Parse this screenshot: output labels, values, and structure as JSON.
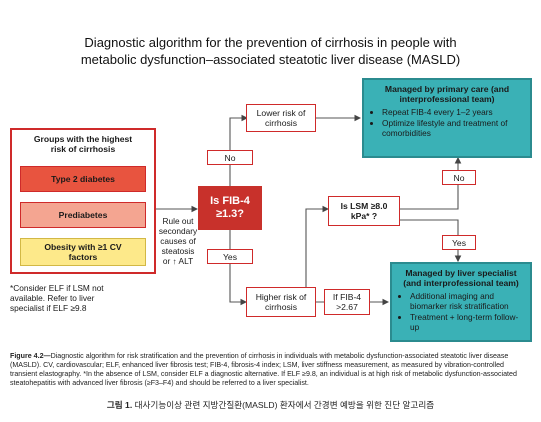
{
  "title_line1": "Diagnostic algorithm for the prevention of cirrhosis in people with",
  "title_line2": "metabolic dysfunction–associated steatotic liver disease (MASLD)",
  "risk_groups": {
    "heading": "Groups with the highest risk of cirrhosis",
    "t2d": "Type 2 diabetes",
    "prediabetes": "Prediabetes",
    "obesity": "Obesity with ≥1 CV factors"
  },
  "rule_out": "Rule out secondary causes of steatosis or ↑ ALT",
  "fib4": "Is FIB-4 ≥1.3?",
  "lower_risk": "Lower risk of cirrhosis",
  "higher_risk": "Higher risk of cirrhosis",
  "no_label": "No",
  "yes_label": "Yes",
  "lsm_question": "Is LSM ≥8.0 kPa* ?",
  "if_fib4": "If FIB-4 >2.67",
  "primary_care": {
    "title": "Managed by primary care (and interprofessional team)",
    "items": [
      "Repeat FIB-4 every 1–2 years",
      "Optimize lifestyle and treatment of comorbidities"
    ]
  },
  "specialist": {
    "title": "Managed by liver specialist (and interprofessional team)",
    "items": [
      "Additional imaging and biomarker risk stratification",
      "Treatment + long-term follow-up"
    ]
  },
  "footnote": "*Consider ELF if LSM not available. Refer to liver specialist if ELF ≥9.8",
  "figure_caption_label": "Figure 4.2—",
  "figure_caption": "Diagnostic algorithm for risk stratification and the prevention of cirrhosis in individuals with metabolic dysfunction-associated steatotic liver disease (MASLD). CV, cardiovascular; ELF, enhanced liver fibrosis test; FIB-4, fibrosis-4 index; LSM, liver stiffness measurement, as measured by vibration-controlled transient elastography. *In the absence of LSM, consider ELF a diagnostic alternative. If ELF ≥9.8, an individual is at high risk of metabolic dysfunction-associated steatohepatitis with advanced liver fibrosis (≥F3–F4) and should be referred to a liver specialist.",
  "korean_label": "그림 1.",
  "korean_caption": "대사기능이상 관련 지방간질환(MASLD) 환자에서 간경변 예방을 위한 진단 알고리즘",
  "colors": {
    "red_border": "#cf2a2a",
    "type2_fill": "#e8543f",
    "prediabetes_fill": "#f4a591",
    "obesity_fill": "#fde98a",
    "fib4_fill": "#c8312b",
    "teal_fill": "#3ab1b6"
  }
}
